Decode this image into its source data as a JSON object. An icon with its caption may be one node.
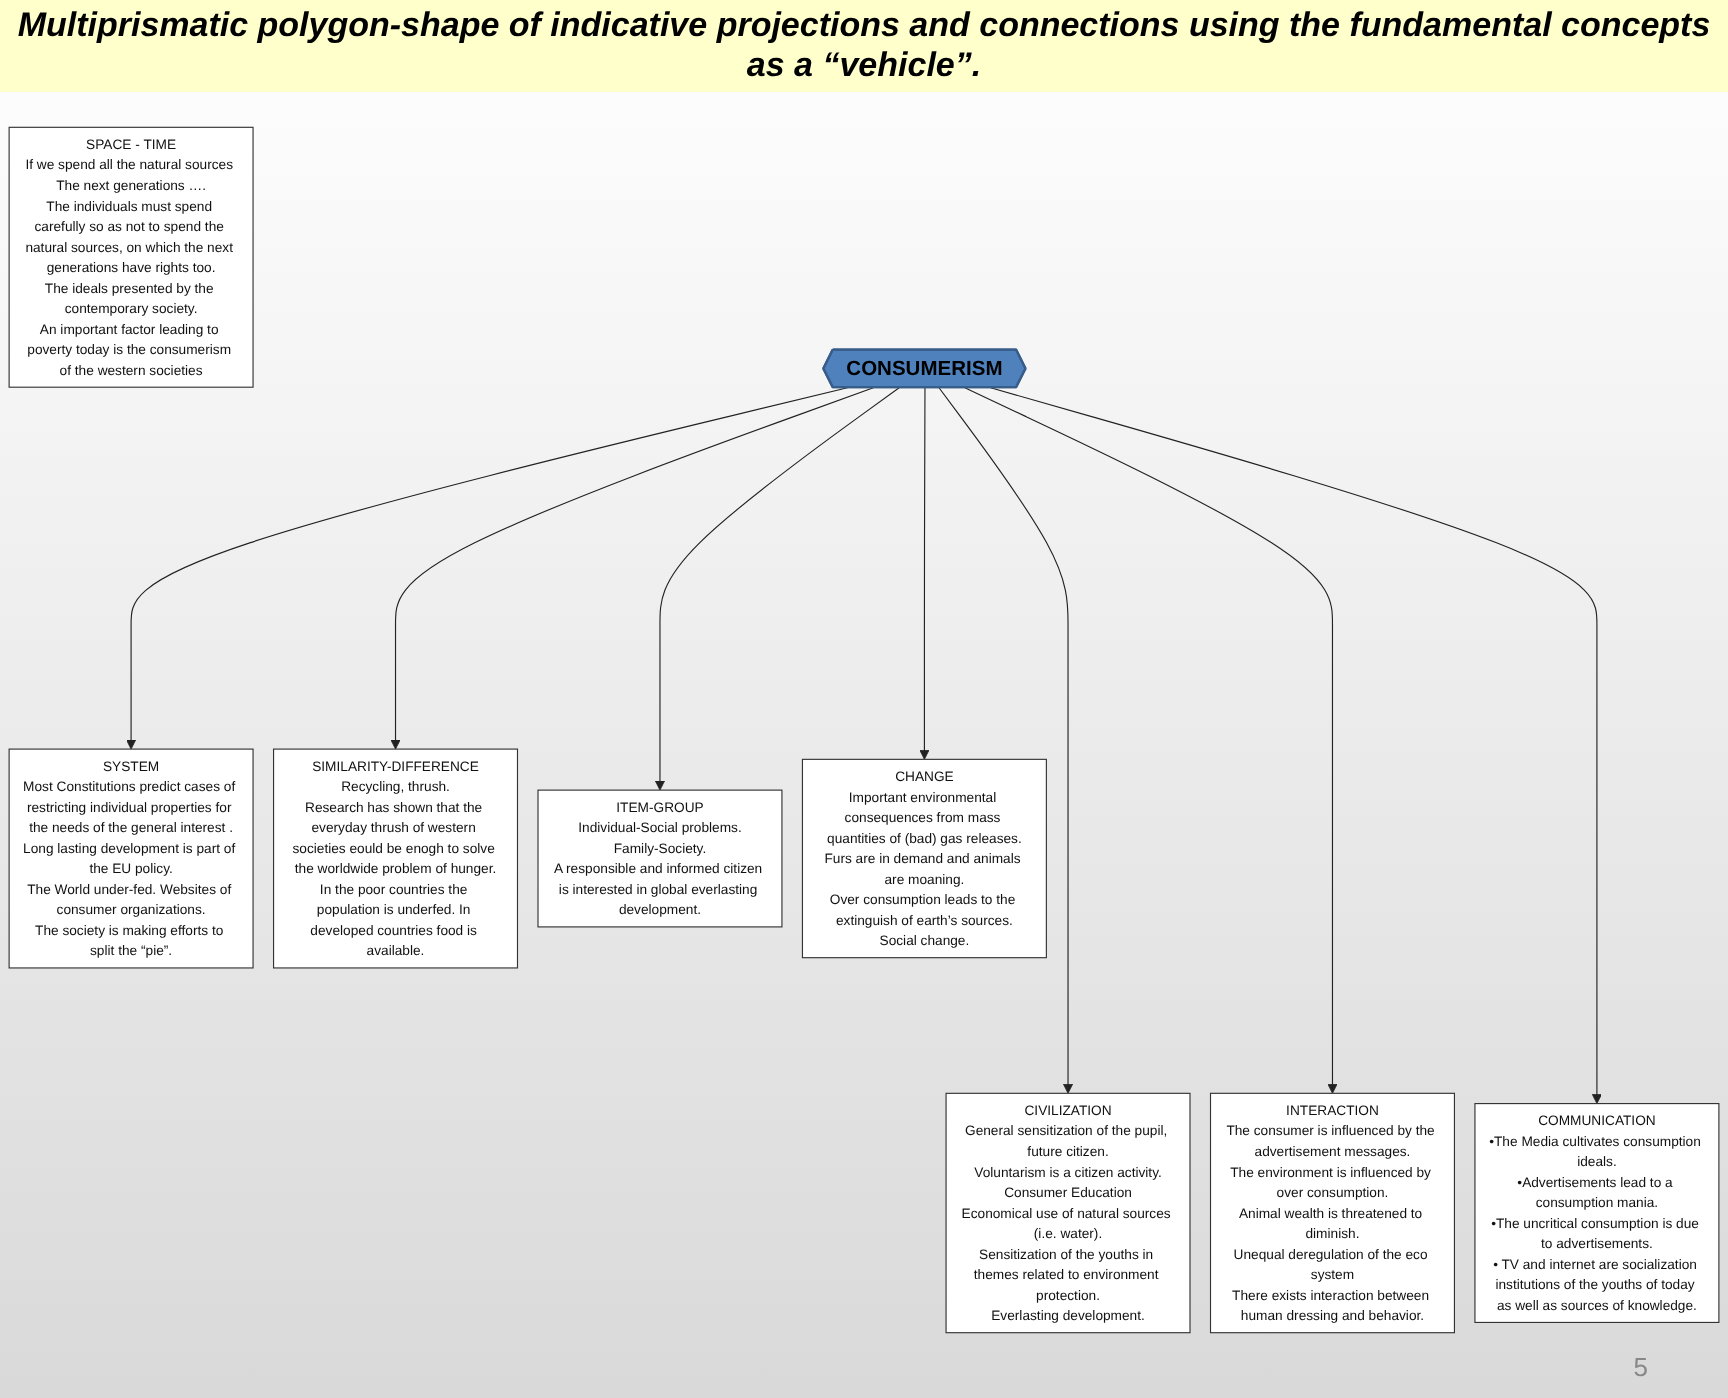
{
  "diagram": {
    "title": "Multiprismatic polygon-shape of indicative projections and connections using the fundamental concepts as a “vehicle”.",
    "nodes": [
      {
        "text": [
          "SPACE - TIME",
          "If we spend all the natural sources The next generations ….",
          "The individuals must spend carefully so as not to spend the natural sources, on which the next generations have rights too.",
          "The ideals presented by the contemporary society.",
          "An important factor leading to poverty today is the consumerism of the western societies"
        ]
      },
      {
        "text": [
          "SYSTEM",
          "Most Constitutions predict cases of restricting individual properties for the needs of the general interest .",
          "Long lasting development is part of the EU policy.",
          "The World under-fed. Websites of consumer organizations.",
          "The society is making efforts to split the “pie”."
        ]
      },
      {
        "text": [
          "CIVILIZATION",
          "General sensitization of the pupil, future citizen.",
          "Voluntarism is a citizen activity.",
          "Consumer Education",
          "Economical use of natural sources (i.e. water).",
          "Sensitization of the youths in themes related to environment protection.",
          "Everlasting development."
        ]
      },
      {
        "text": [
          "SIMILARITY-DIFFERENCE",
          "Recycling, thrush.",
          "Research has shown that the everyday thrush of western societies eould be enogh to solve the worldwide problem of hunger.",
          "In the poor countries the population is underfed. In developed countries food is available."
        ]
      },
      {
        "text": [
          "INTERACTION",
          "The consumer is influenced by the advertisement messages.",
          "The environment is influenced by over consumption.",
          "Animal wealth is threatened to diminish.",
          "Unequal deregulation of the eco system",
          "There exists interaction between human dressing and behavior."
        ]
      },
      {
        "text": [
          "CONSUMERISM"
        ]
      },
      {
        "text": [
          "ITEM-GROUP",
          "Individual-Social problems.",
          "Family-Society.",
          "A responsible and informed citizen is interested in global everlasting development."
        ]
      },
      {
        "text": [
          "COMMUNICATION",
          "•The Media cultivates consumption ideals.",
          "•Advertisements lead to a consumption mania.",
          "•The uncritical consumption is due to advertisements.",
          "• TV and internet are socialization institutions of the youths of today as well as sources of knowledge."
        ]
      },
      {
        "text": [
          "CHANGE",
          "Important environmental consequences from mass quantities of (bad) gas releases.",
          "Furs are in demand and animals are moaning.",
          "Over consumption leads to the extinguish of earth’s sources.",
          "Social change."
        ]
      }
    ],
    "edges": [
      {
        "from": 5,
        "to": 1,
        "arrow": "to"
      },
      {
        "from": 5,
        "to": 2,
        "arrow": "to"
      },
      {
        "from": 5,
        "to": 3,
        "arrow": "to"
      },
      {
        "from": 5,
        "to": 4,
        "arrow": "to"
      },
      {
        "from": 5,
        "to": 6,
        "arrow": "to"
      },
      {
        "from": 5,
        "to": 7,
        "arrow": "to"
      },
      {
        "from": 5,
        "to": 8,
        "arrow": "to"
      }
    ],
    "labels": [
      "5"
    ]
  }
}
